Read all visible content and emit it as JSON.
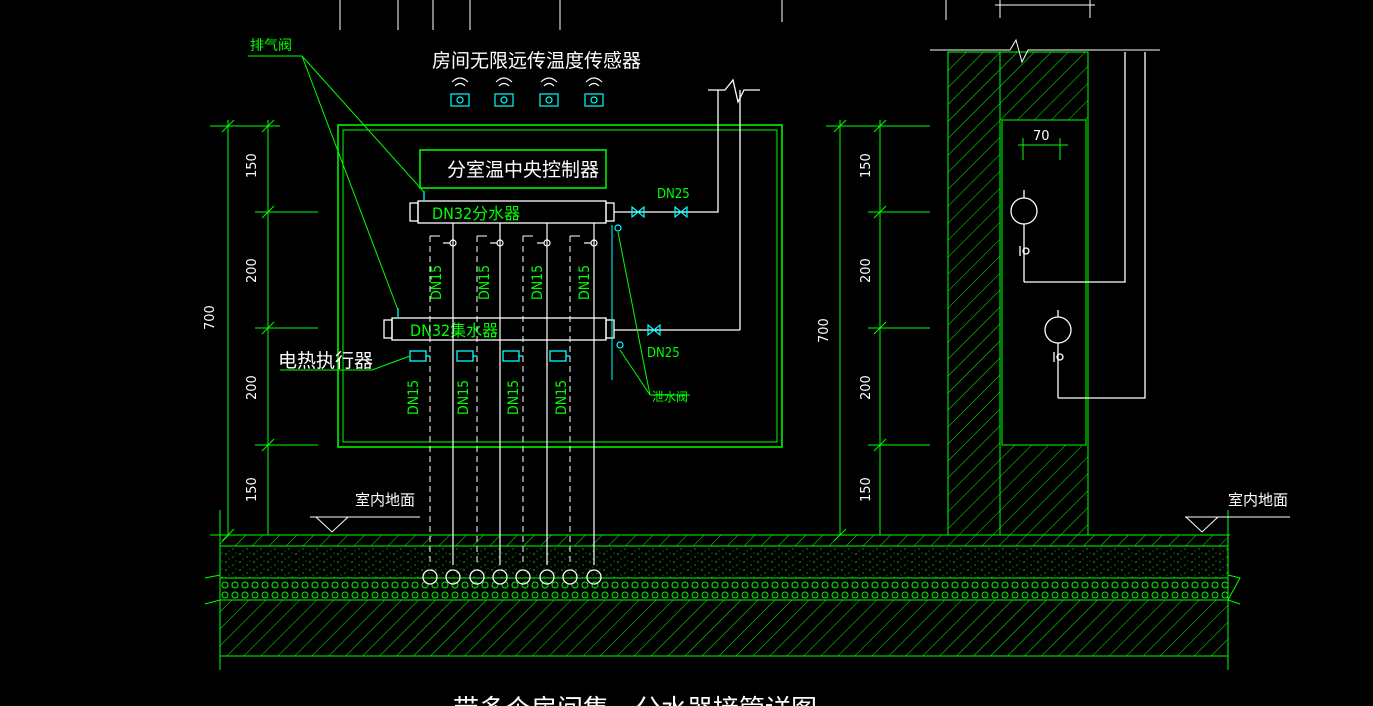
{
  "drawing": {
    "sensor_title": "房间无限远传温度传感器",
    "controller_label": "分室温中央控制器",
    "supply_manifold": "DN32分水器",
    "return_manifold": "DN32集水器",
    "pipe_size_branch": "DN15",
    "pipe_size_main_supply": "DN25",
    "pipe_size_main_return": "DN25",
    "air_vent_label": "排气阀",
    "actuator_label": "电热执行器",
    "drain_valve_label": "泄水阀",
    "floor_label_left": "室内地面",
    "floor_label_right": "室内地面",
    "dim_total": "700",
    "dim_150_top": "150",
    "dim_200_upper": "200",
    "dim_200_lower": "200",
    "dim_150_bottom": "150",
    "dim_width_70": "70",
    "bottom_title_partial": "带多个房间集、分水器接管详图"
  },
  "colors": {
    "line_green": "#00ff00",
    "text_white": "#ffffff",
    "cyan": "#00ffff",
    "background": "#000000"
  }
}
